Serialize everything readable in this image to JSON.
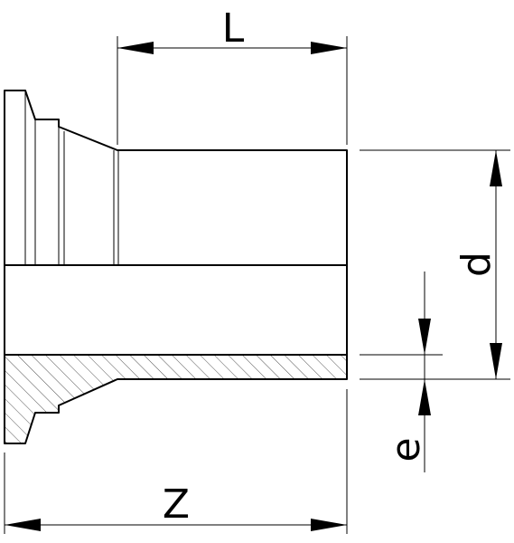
{
  "drawing": {
    "labels": {
      "length": "L",
      "diameter": "d",
      "wall": "e",
      "overall": "Z"
    },
    "hatch_color": "#555555",
    "line_color": "#000000"
  }
}
